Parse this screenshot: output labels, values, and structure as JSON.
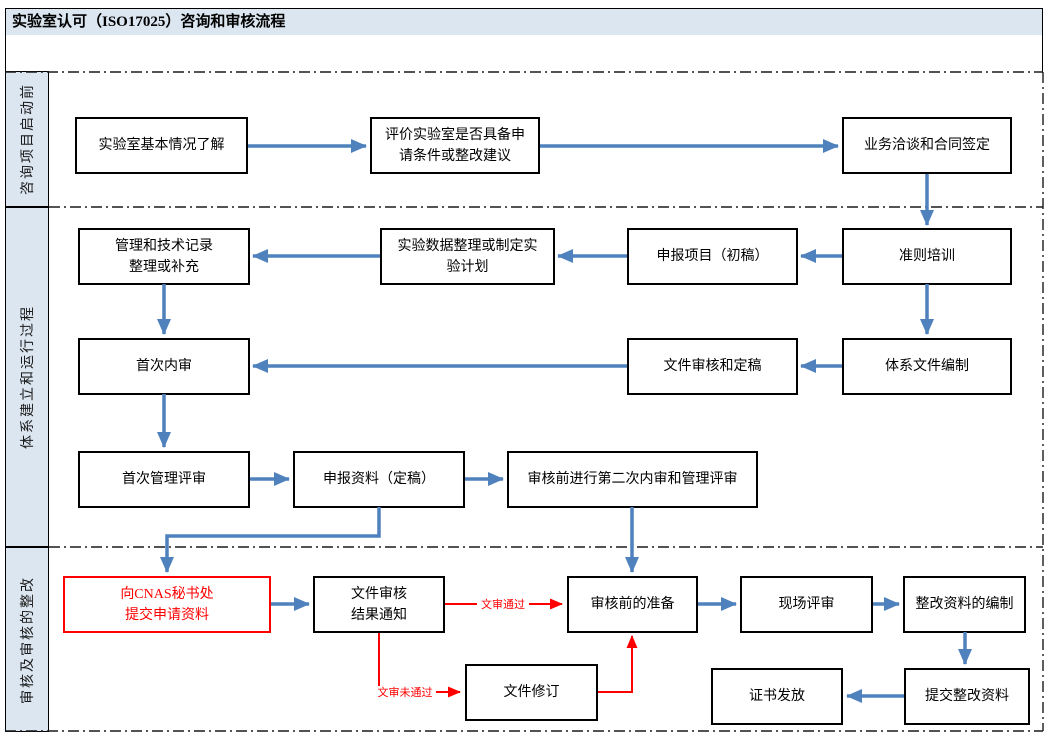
{
  "title": "实验室认可（ISO17025）咨询和审核流程",
  "lanes": {
    "lane1": "咨询项目启动前",
    "lane2": "体系建立和运行过程",
    "lane3": "审核及审核的整改"
  },
  "nodes": {
    "a1": "实验室基本情况了解",
    "a2": [
      "评价实验室是否具备申",
      "请条件或整改建议"
    ],
    "a3": "业务洽谈和合同签定",
    "b1": [
      "管理和技术记录",
      "整理或补充"
    ],
    "b2": [
      "实验数据整理或制定实",
      "验计划"
    ],
    "b3": "申报项目（初稿）",
    "b4": "准则培训",
    "c1": "首次内审",
    "c2": "文件审核和定稿",
    "c3": "体系文件编制",
    "d1": "首次管理评审",
    "d2": "申报资料（定稿）",
    "d3": "审核前进行第二次内审和管理评审",
    "e1": [
      "向CNAS秘书处",
      "提交申请资料"
    ],
    "e2": [
      "文件审核",
      "结果通知"
    ],
    "e3": "审核前的准备",
    "e4": "现场评审",
    "e5": "整改资料的编制",
    "f1": "文件修订",
    "f2": "证书发放",
    "f3": "提交整改资料"
  },
  "edge_labels": {
    "doc_review_pass": "文审通过",
    "doc_review_fail": "文审未通过"
  },
  "colors": {
    "arrow_blue": "#4f81bd",
    "arrow_red": "#fe0000",
    "lane_fill": "#dce6f1",
    "node_border": "#000000",
    "highlight_red": "#fe0000"
  }
}
